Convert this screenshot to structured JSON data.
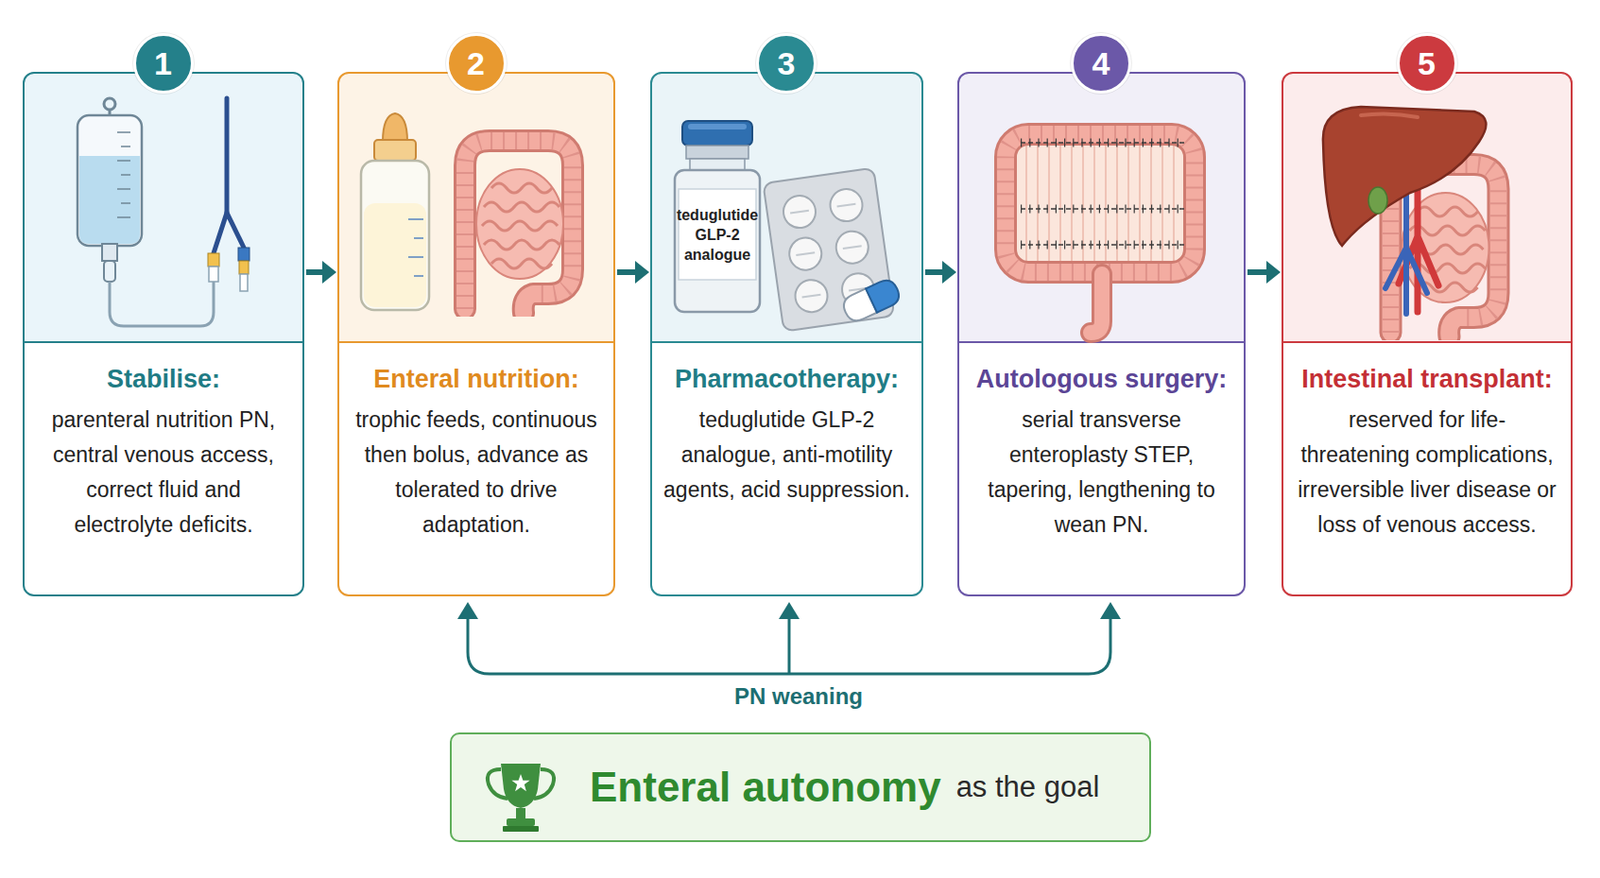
{
  "diagram": {
    "nodes": [
      {
        "text": [
          "Stabilise:",
          "parenteral nutrition PN, central venous access, correct fluid and electrolyte deficits."
        ]
      },
      {
        "text": [
          "1"
        ],
        "in": 0
      },
      {
        "text": [
          "Enteral nutrition:",
          "trophic feeds, continuous then bolus, advance as tolerated to drive adaptation."
        ]
      },
      {
        "text": [
          "2"
        ],
        "in": 2
      },
      {
        "text": [
          "Pharmacotherapy:",
          "teduglutide GLP-2 analogue, anti-motility agents, acid suppression."
        ]
      },
      {
        "text": [
          "3"
        ],
        "in": 4
      },
      {
        "text": [
          "Autologous surgery:",
          "serial transverse enteroplasty STEP, tapering, lengthening to wean PN."
        ]
      },
      {
        "text": [
          "4"
        ],
        "in": 6
      },
      {
        "text": [
          "Intestinal transplant:",
          "reserved for life-threatening complications, irreversible liver disease or loss of venous access."
        ]
      },
      {
        "text": [
          "5"
        ],
        "in": 8
      },
      {
        "text": [
          "Enteral autonomy",
          "as the goal"
        ]
      }
    ],
    "edges": [
      {
        "from": 0,
        "to": 2,
        "arrow": "to"
      },
      {
        "from": 2,
        "to": 4,
        "arrow": "to"
      },
      {
        "from": 4,
        "to": 6,
        "arrow": "to"
      },
      {
        "from": 6,
        "to": 8,
        "arrow": "to"
      }
    ],
    "labels": [
      "teduglutide GLP-2 analogue",
      "PN weaning"
    ]
  }
}
